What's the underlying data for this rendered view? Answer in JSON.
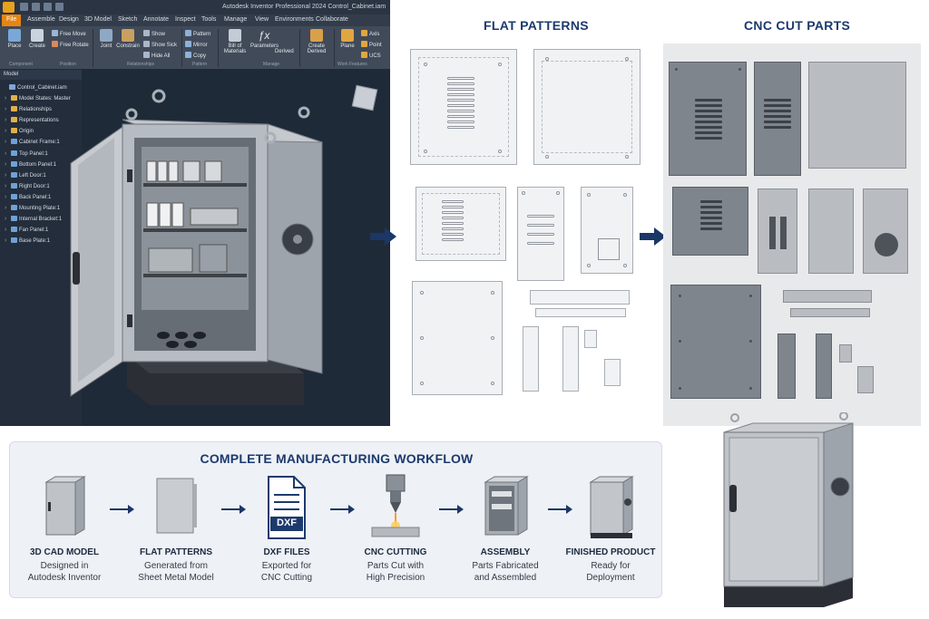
{
  "cad": {
    "window_title": "Autodesk Inventor Professional 2024    Control_Cabinet.iam",
    "tabs": [
      "File",
      "Assemble",
      "Design",
      "3D Model",
      "Sketch",
      "Annotate",
      "Inspect",
      "Tools",
      "Manage",
      "View",
      "Environments",
      "Collaborate"
    ],
    "ribbon": {
      "place": "Place",
      "create": "Create",
      "free_move": "Free Move",
      "free_rotate": "Free Rotate",
      "joint": "Joint",
      "constrain": "Constrain",
      "show": "Show",
      "show_sick": "Show Sick",
      "hide_all": "Hide All",
      "pattern": "Pattern",
      "mirror": "Mirror",
      "copy": "Copy",
      "bill_of_materials": "Bill of Materials",
      "parameters": "Parameters",
      "derived": "Derived",
      "create_derived": "Create Derived",
      "plane": "Plane",
      "axis": "Axis",
      "point": "Point",
      "ucs": "UCS",
      "groups": [
        "Component",
        "Position",
        "Relationships",
        "Pattern",
        "Manage",
        "Work Features"
      ]
    },
    "browser": {
      "header": "Model",
      "root": "Control_Cabinet.iam",
      "items": [
        "Model States: Master",
        "Relationships",
        "Representations",
        "Origin",
        "Cabinet Frame:1",
        "Top Panel:1",
        "Bottom Panel:1",
        "Left Door:1",
        "Right Door:1",
        "Back Panel:1",
        "Mounting Plate:1",
        "Internal Bracket:1",
        "Fan Panel:1",
        "Base Plate:1"
      ]
    }
  },
  "sections": {
    "flat_patterns": "FLAT PATTERNS",
    "cnc_cut_parts": "CNC CUT PARTS"
  },
  "workflow": {
    "title": "COMPLETE MANUFACTURING WORKFLOW",
    "steps": [
      {
        "title": "3D CAD MODEL",
        "line1": "Designed in",
        "line2": "Autodesk Inventor"
      },
      {
        "title": "FLAT PATTERNS",
        "line1": "Generated from",
        "line2": "Sheet Metal Model"
      },
      {
        "title": "DXF FILES",
        "line1": "Exported for",
        "line2": "CNC Cutting",
        "badge": "DXF"
      },
      {
        "title": "CNC CUTTING",
        "line1": "Parts Cut with",
        "line2": "High Precision"
      },
      {
        "title": "ASSEMBLY",
        "line1": "Parts Fabricated",
        "line2": "and Assembled"
      },
      {
        "title": "FINISHED PRODUCT",
        "line1": "Ready for",
        "line2": "Deployment"
      }
    ]
  },
  "colors": {
    "heading": "#1c3a6e",
    "arrow": "#1b3766",
    "cad_background": "#1f2a38",
    "file_tab": "#e8850f"
  }
}
